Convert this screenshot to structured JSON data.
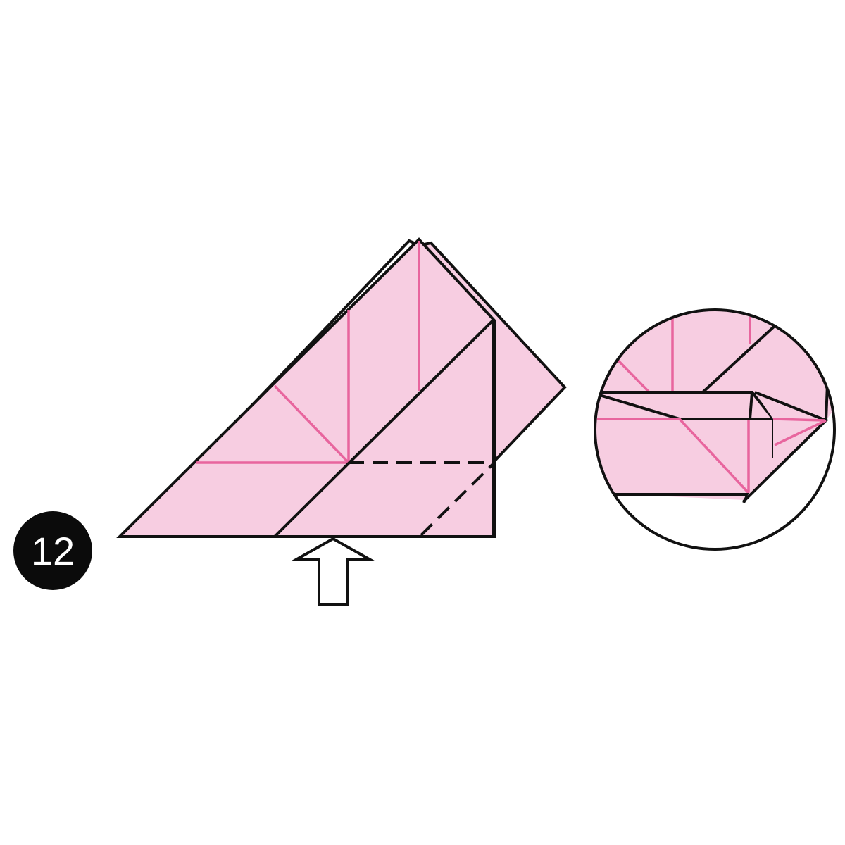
{
  "step": {
    "number": "12"
  },
  "colors": {
    "paper": "#f7cde1",
    "fold_line": "#e8659e",
    "outline": "#111111",
    "badge": "#0b0b0b",
    "background": "#ffffff"
  },
  "icons": {
    "push_arrow": "up-arrow-outline",
    "detail_view": "magnifier-circle"
  }
}
